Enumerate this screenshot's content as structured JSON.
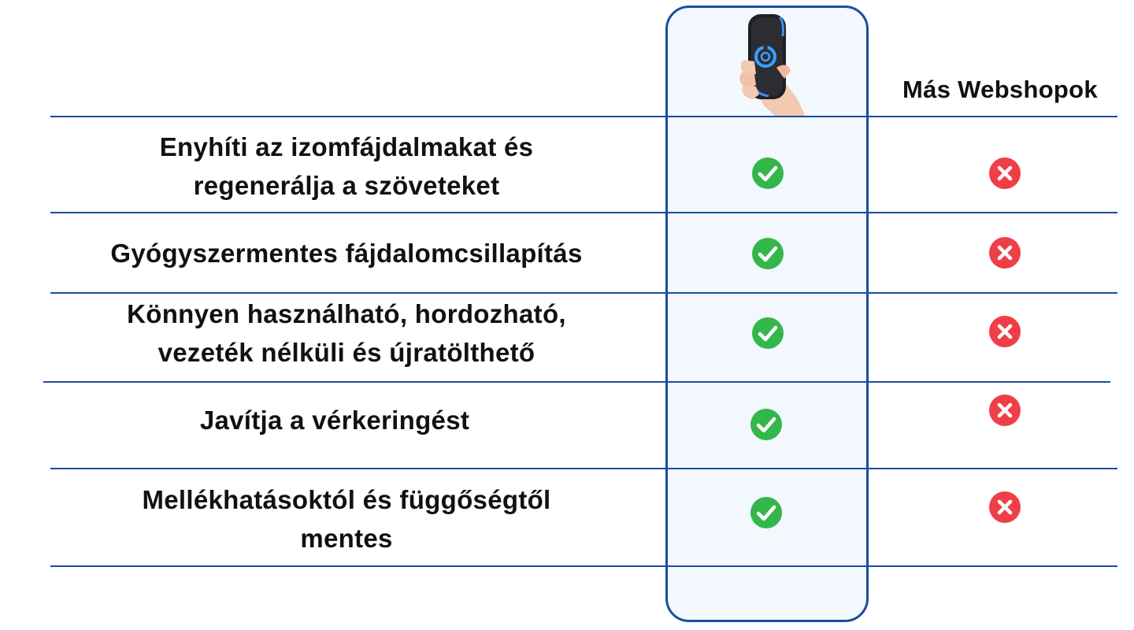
{
  "header": {
    "other_label": "Más Webshopok",
    "product_image_icon": "hand-holding-massager-device"
  },
  "colors": {
    "line": "#1a4da1",
    "highlight_bg": "#f2f8fe",
    "check": "#34b74a",
    "cross": "#ef3e47"
  },
  "rows": [
    {
      "line1": "Enyhíti az izomfájdalmakat és",
      "line2": "regenerálja a szöveteket",
      "product": "check-icon",
      "other": "cross-icon"
    },
    {
      "line1": "Gyógyszermentes fájdalomcsillapítás",
      "line2": "",
      "product": "check-icon",
      "other": "cross-icon"
    },
    {
      "line1": "Könnyen használható, hordozható,",
      "line2": "vezeték nélküli és újratölthető",
      "product": "check-icon",
      "other": "cross-icon"
    },
    {
      "line1": "Javítja a vérkeringést",
      "line2": "",
      "product": "check-icon",
      "other": "cross-icon"
    },
    {
      "line1": "Mellékhatásoktól és függőségtől",
      "line2": "mentes",
      "product": "check-icon",
      "other": "cross-icon"
    }
  ]
}
